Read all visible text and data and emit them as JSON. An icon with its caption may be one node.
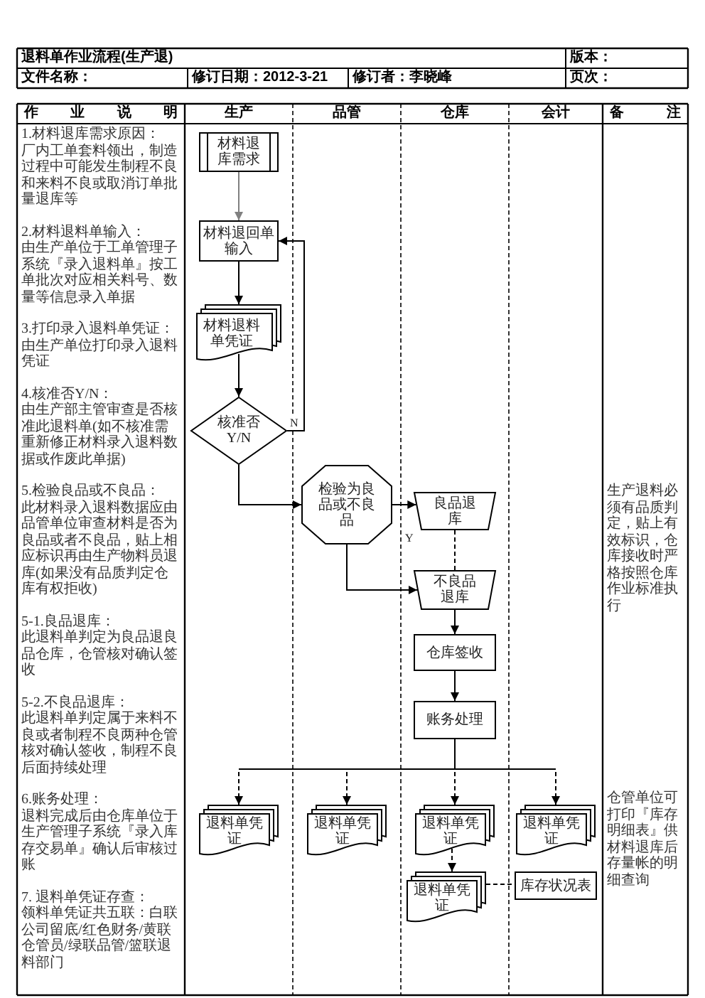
{
  "diagram": {
    "title": "退料单作业流程(生产退)",
    "nodes": [
      {
        "text": [
          "材料退库需求"
        ]
      },
      {
        "text": [
          "材料退回单输入"
        ]
      },
      {
        "text": [
          "材料退料单凭证"
        ]
      },
      {
        "text": [
          "核准否Y/N"
        ]
      },
      {
        "text": [
          "检验为良品或不良品"
        ]
      },
      {
        "text": [
          "良品退库"
        ]
      },
      {
        "text": [
          "不良品退库"
        ]
      },
      {
        "text": [
          "仓库签收"
        ]
      },
      {
        "text": [
          "账务处理"
        ]
      },
      {
        "text": [
          "退料单凭证"
        ]
      },
      {
        "text": [
          "退料单凭证"
        ]
      },
      {
        "text": [
          "退料单凭证"
        ]
      },
      {
        "text": [
          "退料单凭证"
        ]
      },
      {
        "text": [
          "退料单凭证"
        ]
      },
      {
        "text": [
          "库存状况表"
        ]
      }
    ],
    "edges": [
      {
        "from": 0,
        "to": 1,
        "arrow": "to",
        "color": "#808080"
      },
      {
        "from": 1,
        "to": 2,
        "arrow": "to"
      },
      {
        "from": 2,
        "to": 3,
        "arrow": "to"
      },
      {
        "from": 3,
        "to": 1,
        "arrow": "to",
        "label": "N"
      },
      {
        "from": 3,
        "to": 4,
        "arrow": "to"
      },
      {
        "from": 4,
        "to": 5,
        "arrow": "to",
        "label": "Y"
      },
      {
        "from": 4,
        "to": 6,
        "arrow": "to"
      },
      {
        "from": 5,
        "to": 6,
        "arrow": "none",
        "style": "dashed"
      },
      {
        "from": 6,
        "to": 7,
        "arrow": "to"
      },
      {
        "from": 7,
        "to": 8,
        "arrow": "to"
      },
      {
        "from": 8,
        "to": 9,
        "arrow": "to",
        "style": "dashed"
      },
      {
        "from": 8,
        "to": 10,
        "arrow": "to",
        "style": "dashed"
      },
      {
        "from": 8,
        "to": 11,
        "arrow": "to",
        "style": "dashed"
      },
      {
        "from": 8,
        "to": 12,
        "arrow": "to",
        "style": "dashed"
      },
      {
        "from": 11,
        "to": 13,
        "arrow": "to",
        "style": "dashed"
      },
      {
        "from": 13,
        "to": 14,
        "arrow": "none",
        "style": "dashed"
      }
    ],
    "labels": [
      "版本：",
      "文件名称：",
      "修订日期：2012-3-21",
      "修订者：李晓峰",
      "页次：",
      "作 业 说 明",
      "生产",
      "品管",
      "仓库",
      "会计",
      "备 注",
      "1.材料退库需求原因：",
      "厂内工单套料领出，制造过程中可能发生制程不良和来料不良或取消订单批量退库等",
      "2.材料退料单输入：",
      "由生产单位于工单管理子系统『录入退料单』按工单批次对应相关料号、数量等信息录入单据",
      "3.打印录入退料单凭证：",
      "由生产单位打印录入退料凭证",
      "4.核准否Y/N：",
      "由生产部主管审查是否核准此退料单(如不核准需重新修正材料录入退料数据或作废此单据)",
      "5.检验良品或不良品：",
      "此材料录入退料数据应由品管单位审查材料是否为良品或者不良品，贴上相应标识再由生产物料员退库(如果没有品质判定仓库有权拒收)",
      "5-1.良品退库：",
      "此退料单判定为良品退良品仓库，仓管核对确认签收",
      "5-2.不良品退库：",
      "此退料单判定属于来料不良或者制程不良两种仓管核对确认签收，制程不良后面持续处理",
      "6.账务处理：",
      "退料完成后由仓库单位于生产管理子系统『录入库存交易单』确认后审核过账",
      "7. 退料单凭证存查：",
      "领料单凭证共五联：白联公司留底/红色财务/黄联仓管员/绿联品管/篮联退料部门",
      "生产退料必须有品质判定，贴上有效标识，仓库接收时严格按照仓库作业标准执行",
      "仓管单位可打印『库存明细表』供材料退库后存量帐的明细查询"
    ]
  }
}
